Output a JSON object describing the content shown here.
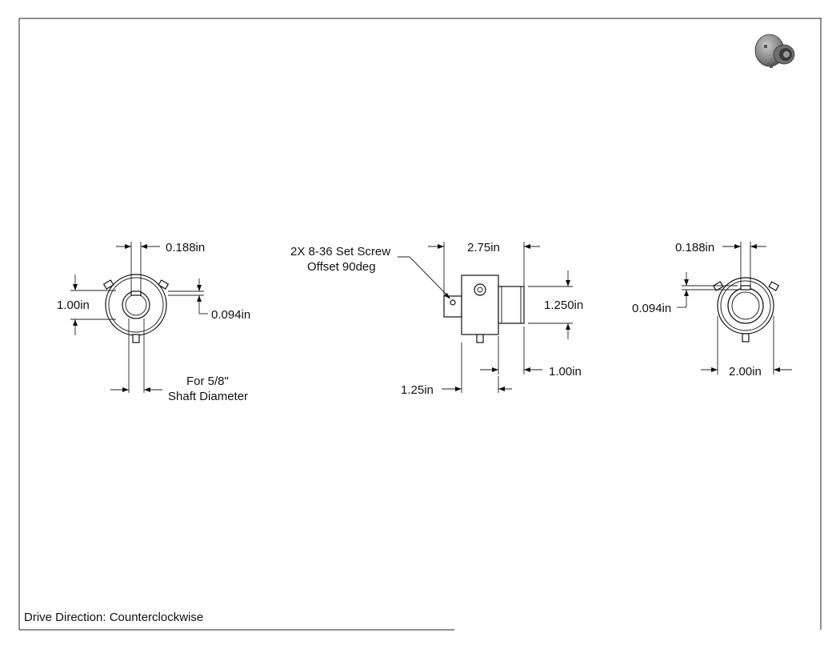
{
  "drawing": {
    "left_view": {
      "dim_top": "0.188in",
      "dim_height": "1.00in",
      "dim_keyway": "0.094in",
      "note_line1": "For 5/8\"",
      "note_line2": "Shaft Diameter"
    },
    "side_view": {
      "callout_line1": "2X 8-36 Set Screw",
      "callout_line2": "Offset 90deg",
      "dim_length": "2.75in",
      "dim_diameter": "1.250in",
      "dim_hub": "1.00in",
      "dim_offset": "1.25in"
    },
    "right_view": {
      "dim_top": "0.188in",
      "dim_keyway": "0.094in",
      "dim_width": "2.00in"
    },
    "footer": {
      "drive_direction": "Drive Direction: Counterclockwise"
    }
  }
}
